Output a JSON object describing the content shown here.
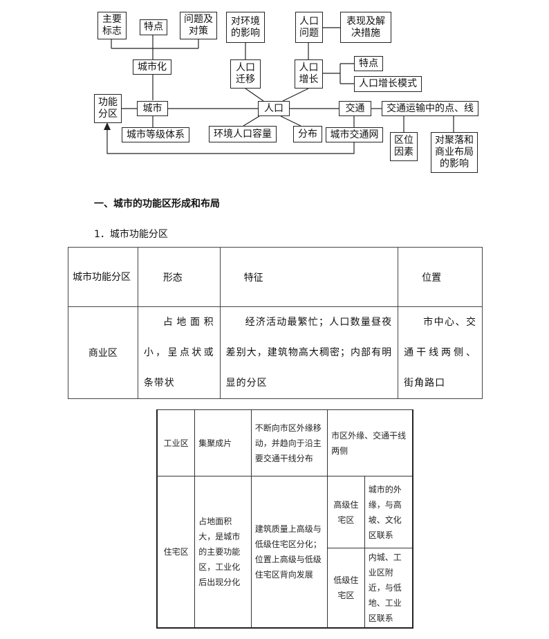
{
  "diagram": {
    "nodes": {
      "zhuyao_biaozhi": "主要\n标志",
      "tedian_1": "特点",
      "wenti_duice": "问题及\n对策",
      "dui_huanjing": "对环境\n的影响",
      "renkou_wenti": "人口\n问题",
      "biaoxian_jiejue": "表现及解\n决措施",
      "chengshihua": "城市化",
      "renkou_qianyi": "人口\n迁移",
      "renkou_zengzhang": "人口\n增长",
      "tedian_2": "特点",
      "zengzhang_moshi": "人口增长模式",
      "gongneng_fenqu": "功能\n分区",
      "chengshi": "城市",
      "renkou": "人口",
      "jiaotong": "交通",
      "dian_xian": "交通运输中的点、线",
      "dengji_tixi": "城市等级体系",
      "huanjing_rongliang": "环境人口容量",
      "fenbu": "分布",
      "jiaotong_wang": "城市交通网",
      "quwei_yinsu": "区位\n因素",
      "juluo_yingxiang": "对聚落和\n商业布局\n的影响"
    }
  },
  "section": {
    "heading": "一、城市的功能区形成和布局",
    "subheading": "1．城市功能分区"
  },
  "table1": {
    "headers": [
      "城市功能分区",
      "形态",
      "特征",
      "位置"
    ],
    "row": {
      "name": "商业区",
      "form": "占地面积小，呈点状或条带状",
      "feature": "经济活动最繁忙；人口数量昼夜差别大，建筑物高大稠密；内部有明显的分区",
      "location": "市中心、交通干线两侧、街角路口"
    }
  },
  "table2": {
    "industrial": {
      "name": "工业区",
      "form": "集聚成片",
      "feature": "不断向市区外缘移动，并趋向于沿主要交通干线分布",
      "location": "市区外缘、交通干线两侧"
    },
    "residential": {
      "name": "住宅区",
      "form": "占地面积大，是城市的主要功能区，工业化后出现分化",
      "feature": "建筑质量上高级与低级住宅区分化；位置上高级与低级住宅区背向发展",
      "high": {
        "name": "高级住宅区",
        "location": "城市的外缘，与高坡、文化区联系"
      },
      "low": {
        "name": "低级住宅区",
        "location": "内城、工业区附近，与低地、工业区联系"
      }
    }
  }
}
